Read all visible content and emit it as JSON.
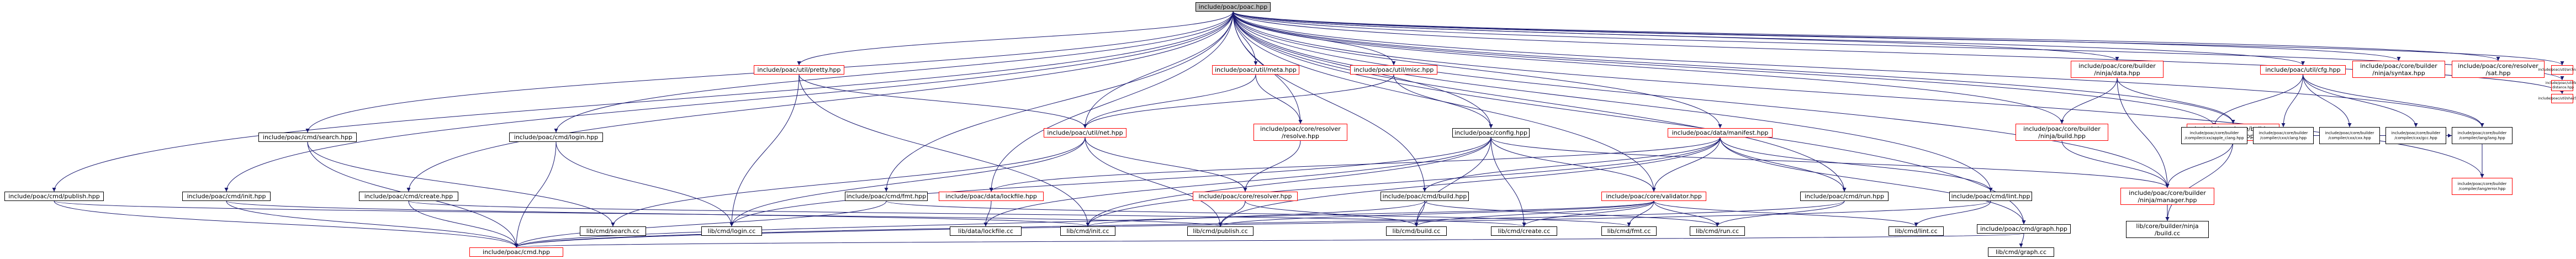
{
  "colors": {
    "edge": "#191970",
    "node_border": "#000000",
    "missing_border": "#ff0000",
    "root_fill": "#bfbfbf",
    "background": "#ffffff"
  },
  "nodes": [
    {
      "id": "root",
      "label": "include/poac/poac.hpp",
      "root": true
    },
    {
      "id": "pretty",
      "label": "include/poac/util/pretty.hpp",
      "red": true
    },
    {
      "id": "meta",
      "label": "include/poac/util/meta.hpp",
      "red": true
    },
    {
      "id": "misc",
      "label": "include/poac/util/misc.hpp",
      "red": true
    },
    {
      "id": "data",
      "label": "include/poac/core/builder\n/ninja/data.hpp",
      "red": true
    },
    {
      "id": "cfg",
      "label": "include/poac/util/cfg.hpp",
      "red": true
    },
    {
      "id": "syntax",
      "label": "include/poac/core/builder\n/ninja/syntax.hpp",
      "red": true
    },
    {
      "id": "sat",
      "label": "include/poac/core/resolver\n/sat.hpp",
      "red": true
    },
    {
      "id": "archive",
      "label": "include/poac/util/archive.hpp",
      "red": true
    },
    {
      "id": "lev",
      "label": "include/poac/util/lev\n_distance.hpp",
      "red": true
    },
    {
      "id": "sha256",
      "label": "include/poac/util/sha256.hpp",
      "red": true
    },
    {
      "id": "search",
      "label": "include/poac/cmd/search.hpp"
    },
    {
      "id": "login",
      "label": "include/poac/cmd/login.hpp"
    },
    {
      "id": "net",
      "label": "include/poac/util/net.hpp",
      "red": true
    },
    {
      "id": "resolve",
      "label": "include/poac/core/resolver\n/resolve.hpp",
      "red": true
    },
    {
      "id": "config",
      "label": "include/poac/config.hpp"
    },
    {
      "id": "manifest",
      "label": "include/poac/data/manifest.hpp",
      "red": true
    },
    {
      "id": "ninjabuild",
      "label": "include/poac/core/builder\n/ninja/build.hpp",
      "red": true
    },
    {
      "id": "ninjalog",
      "label": "include/poac/core/builder\n/ninja/log.hpp",
      "red": true
    },
    {
      "id": "applec",
      "label": "include/poac/core/builder\n/compiler/cxx/apple_clang.hpp"
    },
    {
      "id": "cxxclang",
      "label": "include/poac/core/builder\n/compiler/cxx/clang.hpp"
    },
    {
      "id": "cxxcxx",
      "label": "include/poac/core/builder\n/compiler/cxx/cxx.hpp"
    },
    {
      "id": "cxxgcc",
      "label": "include/poac/core/builder\n/compiler/cxx/gcc.hpp"
    },
    {
      "id": "langlang",
      "label": "include/poac/core/builder\n/compiler/lang/lang.hpp"
    },
    {
      "id": "langerror",
      "label": "include/poac/core/builder\n/compiler/lang/error.hpp",
      "red": true
    },
    {
      "id": "publish",
      "label": "include/poac/cmd/publish.hpp"
    },
    {
      "id": "init",
      "label": "include/poac/cmd/init.hpp"
    },
    {
      "id": "create",
      "label": "include/poac/cmd/create.hpp"
    },
    {
      "id": "lockfile",
      "label": "include/poac/data/lockfile.hpp",
      "red": true
    },
    {
      "id": "fmt",
      "label": "include/poac/cmd/fmt.hpp"
    },
    {
      "id": "resolver",
      "label": "include/poac/core/resolver.hpp",
      "red": true
    },
    {
      "id": "cmdbuild",
      "label": "include/poac/cmd/build.hpp"
    },
    {
      "id": "validator",
      "label": "include/poac/core/validator.hpp",
      "red": true
    },
    {
      "id": "cmdrun",
      "label": "include/poac/cmd/run.hpp"
    },
    {
      "id": "lint",
      "label": "include/poac/cmd/lint.hpp"
    },
    {
      "id": "manager",
      "label": "include/poac/core/builder\n/ninja/manager.hpp",
      "red": true
    },
    {
      "id": "graphhpp",
      "label": "include/poac/cmd/graph.hpp"
    },
    {
      "id": "searchcc",
      "label": "lib/cmd/search.cc"
    },
    {
      "id": "logincc",
      "label": "lib/cmd/login.cc"
    },
    {
      "id": "lockfilecc",
      "label": "lib/data/lockfile.cc"
    },
    {
      "id": "initcc",
      "label": "lib/cmd/init.cc"
    },
    {
      "id": "publishcc",
      "label": "lib/cmd/publish.cc"
    },
    {
      "id": "buildcc",
      "label": "lib/cmd/build.cc"
    },
    {
      "id": "createcc",
      "label": "lib/cmd/create.cc"
    },
    {
      "id": "fmtcc",
      "label": "lib/cmd/fmt.cc"
    },
    {
      "id": "runcc",
      "label": "lib/cmd/run.cc"
    },
    {
      "id": "lintcc",
      "label": "lib/cmd/lint.cc"
    },
    {
      "id": "ninjabuildcc",
      "label": "lib/core/builder/ninja\n/build.cc"
    },
    {
      "id": "cmdhpp",
      "label": "include/poac/cmd.hpp",
      "red": true
    },
    {
      "id": "graphcc",
      "label": "lib/cmd/graph.cc"
    }
  ],
  "edges": [
    [
      "root",
      "pretty"
    ],
    [
      "root",
      "meta"
    ],
    [
      "root",
      "misc"
    ],
    [
      "root",
      "data"
    ],
    [
      "root",
      "cfg"
    ],
    [
      "root",
      "syntax"
    ],
    [
      "root",
      "sat"
    ],
    [
      "root",
      "archive"
    ],
    [
      "root",
      "lev"
    ],
    [
      "root",
      "sha256"
    ],
    [
      "root",
      "search"
    ],
    [
      "root",
      "login"
    ],
    [
      "root",
      "net"
    ],
    [
      "root",
      "resolve"
    ],
    [
      "root",
      "config"
    ],
    [
      "root",
      "manifest"
    ],
    [
      "root",
      "ninjabuild"
    ],
    [
      "root",
      "ninjalog"
    ],
    [
      "root",
      "applec"
    ],
    [
      "root",
      "langlang"
    ],
    [
      "root",
      "langerror"
    ],
    [
      "root",
      "publish"
    ],
    [
      "root",
      "init"
    ],
    [
      "root",
      "create"
    ],
    [
      "root",
      "lockfile"
    ],
    [
      "root",
      "fmt"
    ],
    [
      "root",
      "cmdbuild"
    ],
    [
      "root",
      "validator"
    ],
    [
      "root",
      "cmdrun"
    ],
    [
      "root",
      "lint"
    ],
    [
      "root",
      "manager"
    ],
    [
      "root",
      "graphhpp"
    ],
    [
      "pretty",
      "net"
    ],
    [
      "pretty",
      "logincc"
    ],
    [
      "pretty",
      "initcc"
    ],
    [
      "meta",
      "net"
    ],
    [
      "meta",
      "resolve"
    ],
    [
      "misc",
      "net"
    ],
    [
      "misc",
      "config"
    ],
    [
      "data",
      "ninjabuild"
    ],
    [
      "data",
      "ninjalog"
    ],
    [
      "data",
      "manager"
    ],
    [
      "cfg",
      "applec"
    ],
    [
      "cfg",
      "cxxclang"
    ],
    [
      "cfg",
      "cxxcxx"
    ],
    [
      "cfg",
      "cxxgcc"
    ],
    [
      "cfg",
      "langlang"
    ],
    [
      "search",
      "searchcc"
    ],
    [
      "search",
      "cmdhpp"
    ],
    [
      "login",
      "logincc"
    ],
    [
      "login",
      "cmdhpp"
    ],
    [
      "net",
      "searchcc"
    ],
    [
      "net",
      "logincc"
    ],
    [
      "net",
      "publishcc"
    ],
    [
      "net",
      "resolver"
    ],
    [
      "resolve",
      "resolver"
    ],
    [
      "config",
      "logincc"
    ],
    [
      "config",
      "initcc"
    ],
    [
      "config",
      "lockfilecc"
    ],
    [
      "config",
      "validator"
    ],
    [
      "config",
      "manager"
    ],
    [
      "config",
      "createcc"
    ],
    [
      "config",
      "buildcc"
    ],
    [
      "manifest",
      "lockfile"
    ],
    [
      "manifest",
      "validator"
    ],
    [
      "manifest",
      "cmdbuild"
    ],
    [
      "manifest",
      "cmdrun"
    ],
    [
      "manifest",
      "lint"
    ],
    [
      "manifest",
      "graphhpp"
    ],
    [
      "manifest",
      "initcc"
    ],
    [
      "manifest",
      "publishcc"
    ],
    [
      "ninjabuild",
      "manager"
    ],
    [
      "ninjalog",
      "manager"
    ],
    [
      "ninjalog",
      "ninjabuildcc"
    ],
    [
      "applec",
      "langlang"
    ],
    [
      "langlang",
      "langerror"
    ],
    [
      "publish",
      "publishcc"
    ],
    [
      "publish",
      "cmdhpp"
    ],
    [
      "init",
      "initcc"
    ],
    [
      "init",
      "cmdhpp"
    ],
    [
      "create",
      "createcc"
    ],
    [
      "create",
      "cmdhpp"
    ],
    [
      "lockfile",
      "lockfilecc"
    ],
    [
      "fmt",
      "fmtcc"
    ],
    [
      "fmt",
      "cmdhpp"
    ],
    [
      "resolver",
      "buildcc"
    ],
    [
      "resolver",
      "publishcc"
    ],
    [
      "cmdbuild",
      "buildcc"
    ],
    [
      "cmdbuild",
      "runcc"
    ],
    [
      "cmdbuild",
      "cmdhpp"
    ],
    [
      "validator",
      "buildcc"
    ],
    [
      "validator",
      "createcc"
    ],
    [
      "validator",
      "fmtcc"
    ],
    [
      "validator",
      "runcc"
    ],
    [
      "validator",
      "lintcc"
    ],
    [
      "validator",
      "initcc"
    ],
    [
      "validator",
      "publishcc"
    ],
    [
      "cmdrun",
      "runcc"
    ],
    [
      "cmdrun",
      "cmdhpp"
    ],
    [
      "lint",
      "lintcc"
    ],
    [
      "lint",
      "cmdhpp"
    ],
    [
      "manager",
      "ninjabuildcc"
    ],
    [
      "graphhpp",
      "graphcc"
    ],
    [
      "graphhpp",
      "cmdhpp"
    ]
  ]
}
